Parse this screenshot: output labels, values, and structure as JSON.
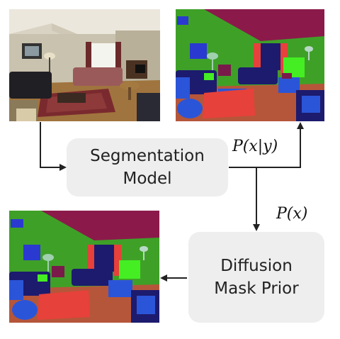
{
  "boxes": {
    "segmentation": {
      "line1": "Segmentation",
      "line2": "Model"
    },
    "diffusion": {
      "line1": "Diffusion",
      "line2": "Mask Prior"
    }
  },
  "labels": {
    "p_x_given_y": "P(x|y)",
    "p_x": "P(x)"
  },
  "colors": {
    "box_fill": "#eeeeee",
    "arrow": "#222222",
    "ceiling": "#8b1a4a",
    "wall": "#3fa028",
    "floor": "#b5563a",
    "sofa": "#1d1b6e",
    "chair": "#2b55d8",
    "door": "#e6413a",
    "plant": "#b8d8c8",
    "lamp": "#a0d0b0",
    "picture": "#2a3ad0",
    "bright_green": "#44ee22"
  },
  "panels": {
    "photo": "living-room-photo",
    "gt_mask": "segmentation-mask-ground-truth",
    "refined_mask": "segmentation-mask-refined"
  }
}
